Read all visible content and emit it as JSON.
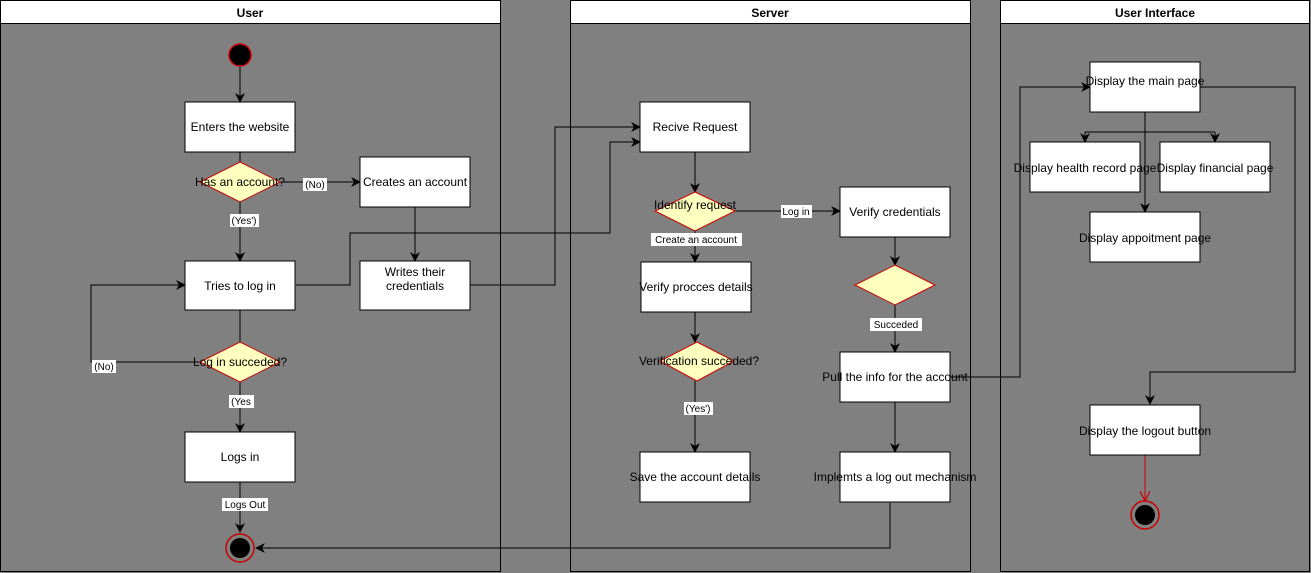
{
  "lanes": {
    "user": "User",
    "server": "Server",
    "ui": "User Interface"
  },
  "nodes": {
    "enters_website": "Enters the website",
    "has_account": "Has an account?",
    "creates_account": "Creates an account",
    "tries_login": "Tries to log in",
    "writes_credentials_1": "Writes their",
    "writes_credentials_2": "credentials",
    "login_succeeded": "Log in succeded?",
    "logs_in": "Logs in",
    "receive_request": "Recive Request",
    "identify_request": "Identify request",
    "verify_process": "Verify procces details",
    "verification_succeeded": "Verification succeded?",
    "save_account": "Save the account details",
    "verify_credentials": "Verify credentials",
    "pull_info": "Pull the info for the account",
    "logout_mechanism": "Implemts a log out mechanism",
    "main_page": "Display the main page",
    "health_record": "Display health record page",
    "financial_page": "Display financial page",
    "appointment_page": "Display appoitment page",
    "logout_button": "Display the logout button"
  },
  "edges": {
    "no_account": "(No)",
    "yes_account": "(Yes')",
    "login_no": "(No)",
    "login_yes": "(Yes",
    "logs_out": "Logs Out",
    "create_account": "Create an account",
    "log_in": "Log in",
    "verify_yes": "(Yes')",
    "succeeded": "Succeded"
  },
  "colors": {
    "background": "#808080",
    "node_fill": "#ffffff",
    "decision_fill": "#ffffc0",
    "decision_stroke": "#cc0000",
    "final_ring": "#cc0000",
    "line": "#000000"
  }
}
